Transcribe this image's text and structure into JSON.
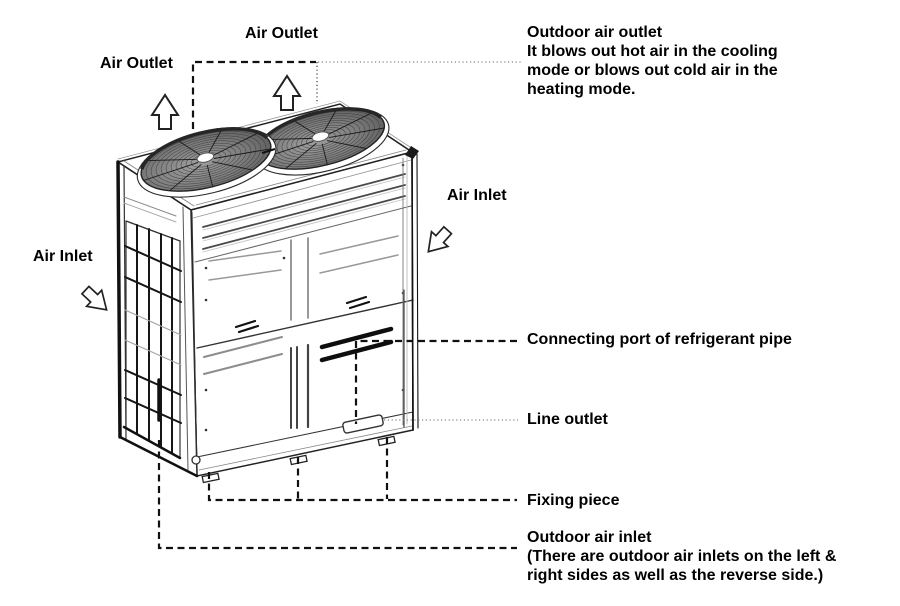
{
  "colors": {
    "ink": "#111111",
    "gray_line": "#888888",
    "fan_dark": "#555555"
  },
  "labels": {
    "air_outlet_top": "Air Outlet",
    "air_outlet_left": "Air Outlet",
    "air_inlet_right": "Air Inlet",
    "air_inlet_left": "Air Inlet"
  },
  "annotations": {
    "outdoor_air_outlet_title": "Outdoor air outlet",
    "outdoor_air_outlet_desc": "It blows out hot air in the cooling\nmode or blows out cold air in the\nheating mode.",
    "connecting_port": "Connecting port of refrigerant pipe",
    "line_outlet": "Line outlet",
    "fixing_piece": "Fixing piece",
    "outdoor_air_inlet_title": "Outdoor air inlet",
    "outdoor_air_inlet_desc": "(There are outdoor air inlets on the left &\nright sides as well as the reverse side.)"
  }
}
